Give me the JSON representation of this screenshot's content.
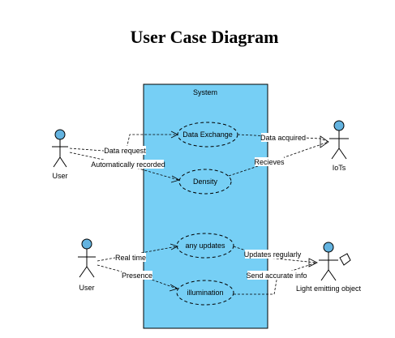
{
  "title": "User Case Diagram",
  "system": {
    "label": "System",
    "fill": "#76cff5"
  },
  "actors": {
    "user1": {
      "label": "User"
    },
    "iots": {
      "label": "IoTs"
    },
    "user2": {
      "label": "User"
    },
    "light": {
      "label": "Light emitting object"
    }
  },
  "use_cases": {
    "data_exchange": "Data Exchange",
    "density": "Density",
    "any_updates": "any updates",
    "illumination": "illumination"
  },
  "edges": {
    "data_request": "Data request",
    "auto_recorded": "Automatically recorded",
    "data_acquired": "Data acquired",
    "recieves": "Recieves",
    "real_time": "Real time",
    "presence": "Presence",
    "updates_regularly": "Updates regularly",
    "send_accurate_info": "Send accurate info"
  },
  "colors": {
    "actor_head": "#63b3e0",
    "system_box": "#76cff5"
  }
}
